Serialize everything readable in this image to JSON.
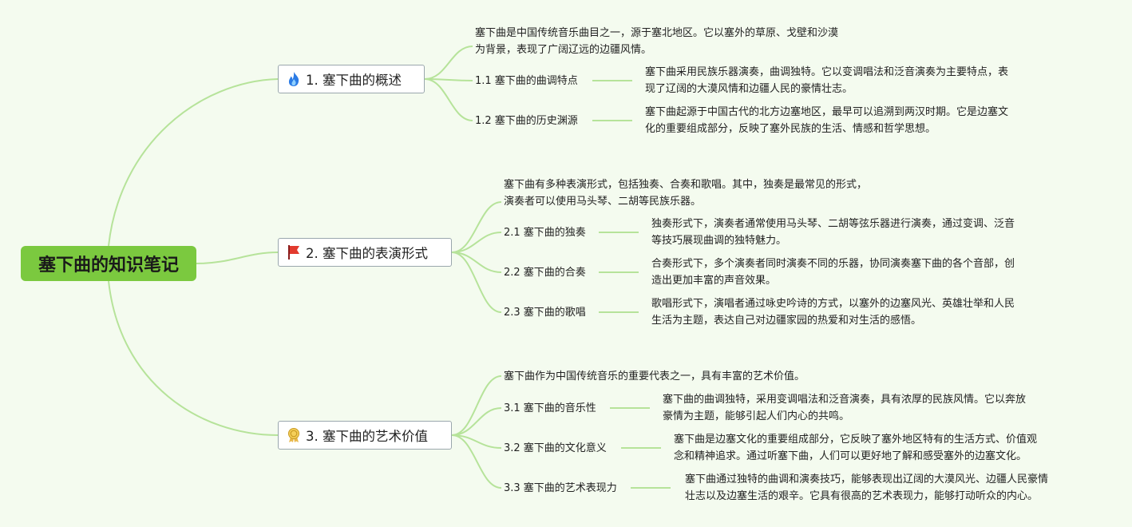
{
  "root": {
    "label": "塞下曲的知识笔记"
  },
  "branches": [
    {
      "icon": "fire-icon",
      "label": "1. 塞下曲的概述",
      "intro": [
        "塞下曲是中国传统音乐曲目之一，源于塞北地区。它以塞外的草原、戈壁和沙漠",
        "为背景，表现了广阔辽远的边疆风情。"
      ],
      "subs": [
        {
          "title": "1.1 塞下曲的曲调特点",
          "text": [
            "塞下曲采用民族乐器演奏，曲调独特。它以变调唱法和泛音演奏为主要特点，表",
            "现了辽阔的大漠风情和边疆人民的豪情壮志。"
          ]
        },
        {
          "title": "1.2 塞下曲的历史渊源",
          "text": [
            "塞下曲起源于中国古代的北方边塞地区，最早可以追溯到两汉时期。它是边塞文",
            "化的重要组成部分，反映了塞外民族的生活、情感和哲学思想。"
          ]
        }
      ]
    },
    {
      "icon": "red-flag-icon",
      "label": "2. 塞下曲的表演形式",
      "intro": [
        "塞下曲有多种表演形式，包括独奏、合奏和歌唱。其中，独奏是最常见的形式，",
        "演奏者可以使用马头琴、二胡等民族乐器。"
      ],
      "subs": [
        {
          "title": "2.1 塞下曲的独奏",
          "text": [
            "独奏形式下，演奏者通常使用马头琴、二胡等弦乐器进行演奏，通过变调、泛音",
            "等技巧展现曲调的独特魅力。"
          ]
        },
        {
          "title": "2.2 塞下曲的合奏",
          "text": [
            "合奏形式下，多个演奏者同时演奏不同的乐器，协同演奏塞下曲的各个音部，创",
            "造出更加丰富的声音效果。"
          ]
        },
        {
          "title": "2.3 塞下曲的歌唱",
          "text": [
            "歌唱形式下，演唱者通过咏史吟诗的方式，以塞外的边塞风光、英雄壮举和人民",
            "生活为主题，表达自己对边疆家园的热爱和对生活的感悟。"
          ]
        }
      ]
    },
    {
      "icon": "award-medal-icon",
      "label": "3. 塞下曲的艺术价值",
      "intro": [
        "塞下曲作为中国传统音乐的重要代表之一，具有丰富的艺术价值。"
      ],
      "subs": [
        {
          "title": "3.1 塞下曲的音乐性",
          "text": [
            "塞下曲的曲调独特，采用变调唱法和泛音演奏，具有浓厚的民族风情。它以奔放",
            "豪情为主题，能够引起人们内心的共鸣。"
          ]
        },
        {
          "title": "3.2 塞下曲的文化意义",
          "text": [
            "塞下曲是边塞文化的重要组成部分，它反映了塞外地区特有的生活方式、价值观",
            "念和精神追求。通过听塞下曲，人们可以更好地了解和感受塞外的边塞文化。"
          ]
        },
        {
          "title": "3.3 塞下曲的艺术表现力",
          "text": [
            "塞下曲通过独特的曲调和演奏技巧，能够表现出辽阔的大漠风光、边疆人民豪情",
            "壮志以及边塞生活的艰辛。它具有很高的艺术表现力，能够打动听众的内心。"
          ]
        }
      ]
    }
  ],
  "colors": {
    "connector": "#b6e39a",
    "root_bg": "#7bc93f",
    "branch_border": "#9aa7ad"
  }
}
